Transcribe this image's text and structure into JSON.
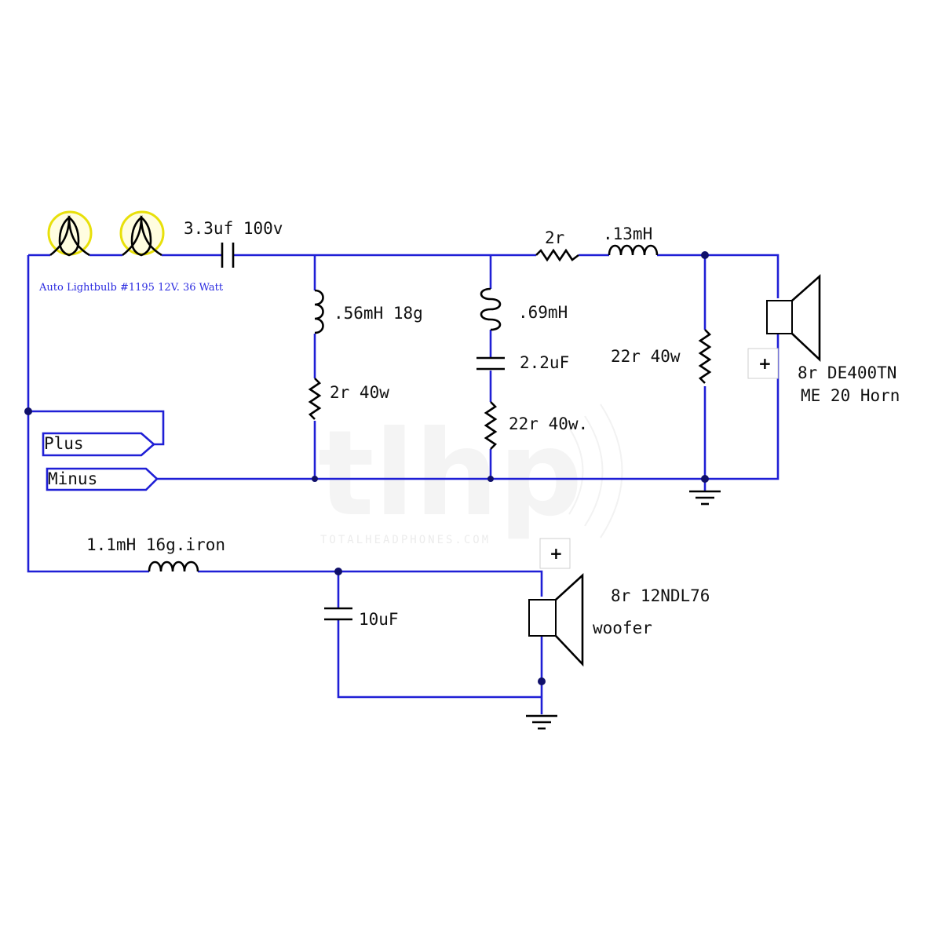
{
  "bulbs": {
    "label": "Auto Lightbulb #1195 12V. 36 Watt"
  },
  "components": {
    "series_cap": "3.3uf 100v",
    "notch1_inductor": ".56mH 18g",
    "notch1_resistor": "2r 40w",
    "notch2_inductor": ".69mH",
    "notch2_cap": "2.2uF",
    "notch2_resistor": "22r 40w.",
    "series_resistor": "2r",
    "series_inductor": ".13mH",
    "shunt_resistor": "22r 40w",
    "woofer_inductor": "1.1mH 16g.iron",
    "woofer_cap": "10uF"
  },
  "tweeter": {
    "line1": "8r DE400TN",
    "line2": "ME 20 Horn",
    "polarity": "+"
  },
  "woofer": {
    "line1": "8r  12NDL76",
    "line2": "woofer",
    "polarity": "+"
  },
  "ports": {
    "plus": "Plus",
    "minus": "Minus"
  },
  "watermark": {
    "logo": "tlhp",
    "url": "TOTALHEADPHONES.COM"
  },
  "colors": {
    "wire": "#1f1fd6",
    "component": "#000000",
    "bulb_glow": "#e8e00a",
    "bulb_label": "#2a2ae0"
  }
}
